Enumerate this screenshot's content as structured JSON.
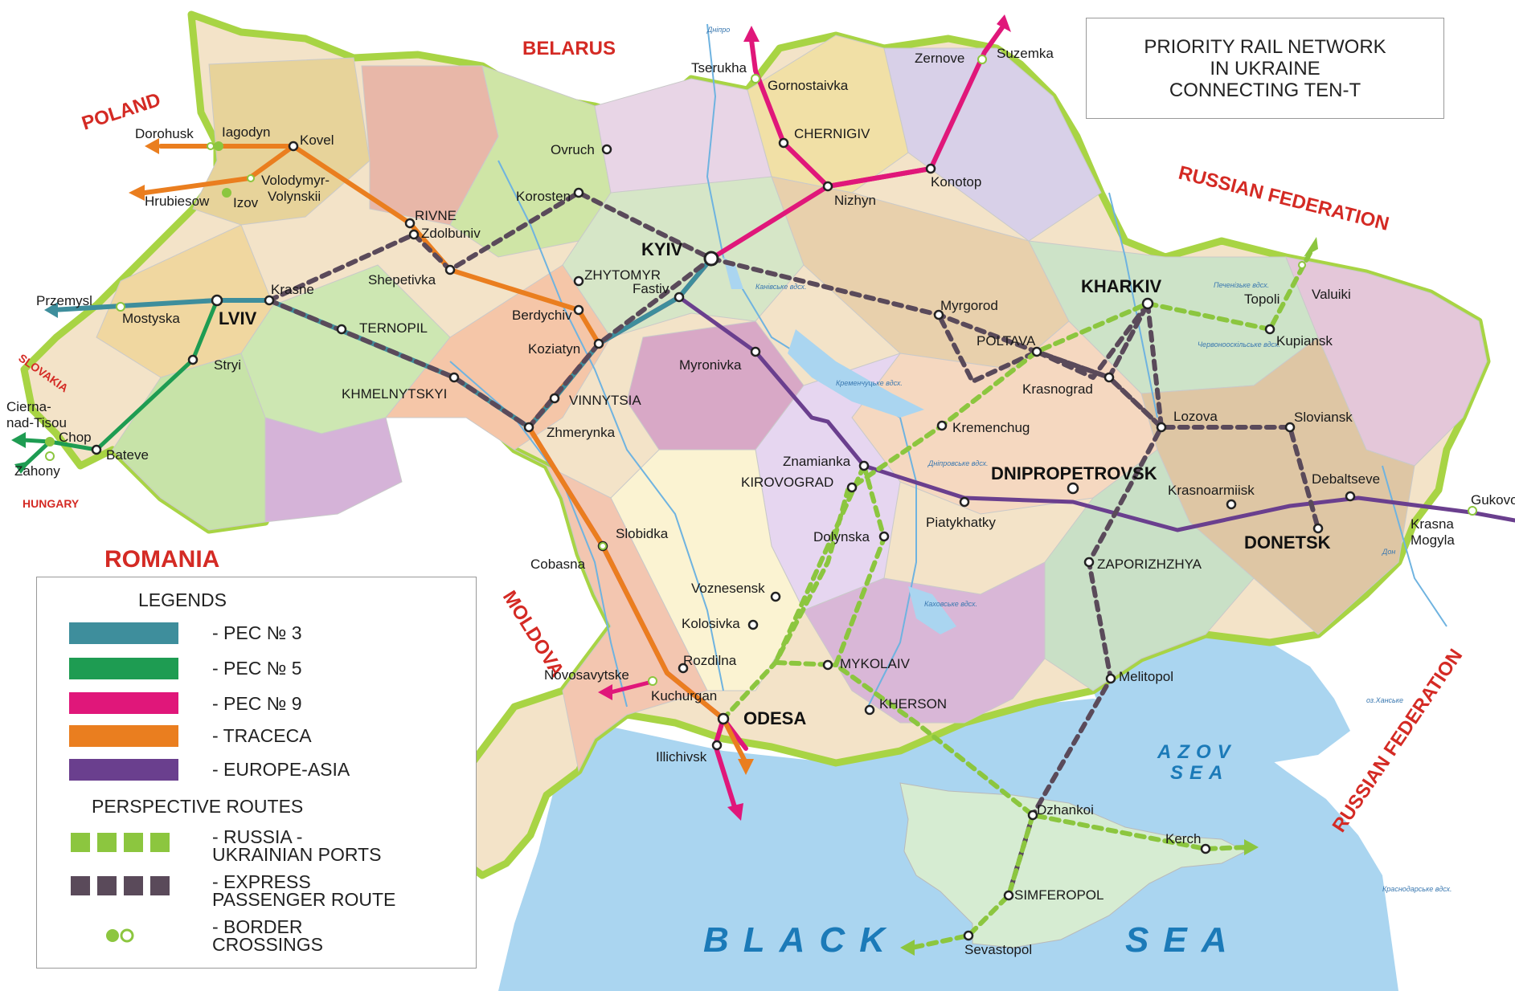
{
  "title": "PRIORITY RAIL NETWORK\nIN UKRAINE\nCONNECTING TEN-T",
  "colors": {
    "pec3": "#3e8e9c",
    "pec5": "#1e9c52",
    "pec9": "#e0177a",
    "traceca": "#ea7e1f",
    "europe_asia": "#6a3f8e",
    "russia_ports": "#8cc63f",
    "express": "#5a4a5a",
    "border": "#a8d444",
    "sea": "#aad5f0",
    "country_label": "#d42a24"
  },
  "legend": {
    "heading": "LEGENDS",
    "items": [
      {
        "label": "- PEC № 3",
        "color": "#3e8e9c"
      },
      {
        "label": "- PEC № 5",
        "color": "#1e9c52"
      },
      {
        "label": "- PEC № 9",
        "color": "#e0177a"
      },
      {
        "label": "- TRACECA",
        "color": "#ea7e1f"
      },
      {
        "label": "- EUROPE-ASIA",
        "color": "#6a3f8e"
      }
    ],
    "perspective_heading": "PERSPECTIVE ROUTES",
    "perspective": [
      {
        "label": "- RUSSIA -\n  UKRAINIAN PORTS",
        "color": "#8cc63f"
      },
      {
        "label": "- EXPRESS\n  PASSENGER ROUTE",
        "color": "#5a4a5a"
      }
    ],
    "border_label": "- BORDER\n  CROSSINGS"
  },
  "countries": {
    "belarus": "BELARUS",
    "poland": "POLAND",
    "russia_north": "RUSSIAN FEDERATION",
    "russia_east": "RUSSIAN FEDERATION",
    "slovakia": "SLOVAKIA",
    "hungary": "HUNGARY",
    "romania": "ROMANIA",
    "moldova": "MOLDOVA"
  },
  "seas": {
    "black": "BLACK",
    "sea": "SEA",
    "azov1": "AZOV",
    "azov2": "SEA"
  },
  "cities": {
    "kyiv": "KYIV",
    "lviv": "LVIV",
    "kharkiv": "KHARKIV",
    "dnipro": "DNIPROPETROVSK",
    "donetsk": "DONETSK",
    "odesa": "ODESA",
    "tserukha": "Tserukha",
    "gornostaivka": "Gornostaivka",
    "zernove": "Zernove",
    "suzemka": "Suzemka",
    "chernigiv": "CHERNIGIV",
    "konotop": "Konotop",
    "nizhyn": "Nizhyn",
    "ovruch": "Ovruch",
    "korosten": "Korosten",
    "dorohusk": "Dorohusk",
    "iagodyn": "Iagodyn",
    "kovel": "Kovel",
    "volodymyr": "Volodymyr-\nVolynskii",
    "hrubiesow": "Hrubiesow",
    "izov": "Izov",
    "rivne": "RIVNE",
    "zdolbuniv": "Zdolbuniv",
    "shepetivka": "Shepetivka",
    "krasne": "Krasne",
    "przemysl": "Przemysl",
    "mostyska": "Mostyska",
    "zhytomyr": "ZHYTOMYR",
    "fastiv": "Fastiv",
    "berdychiv": "Berdychiv",
    "ternopil": "TERNOPIL",
    "stryi": "Stryi",
    "khmelnytskyi": "KHMELNYTSKYI",
    "koziatyn": "Koziatyn",
    "vinnytsia": "VINNYTSIA",
    "zhmerynka": "Zhmerynka",
    "cierna": "Cierna-\nnad-Tisou",
    "chop": "Chop",
    "zahony": "Zahony",
    "bateve": "Bateve",
    "myrgorod": "Myrgorod",
    "poltava": "POLTAVA",
    "krasnograd": "Krasnograd",
    "lozova": "Lozova",
    "sloviansk": "Sloviansk",
    "topoli": "Topoli",
    "valuiki": "Valuiki",
    "kupiansk": "Kupiansk",
    "myronivka": "Myronivka",
    "kremenchug": "Kremenchug",
    "znamianka": "Znamianka",
    "kirovograd": "KIROVOGRAD",
    "dolynska": "Dolynska",
    "piatykhatky": "Piatykhatky",
    "krasnoarmiisk": "Krasnoarmiisk",
    "debaltseve": "Debaltseve",
    "gukovo": "Gukovo",
    "krasna_mogyla": "Krasna\nMogyla",
    "zaporizhzhya": "ZAPORIZHZHYA",
    "melitopol": "Melitopol",
    "slobidka": "Slobidka",
    "cobasna": "Cobasna",
    "voznesensk": "Voznesensk",
    "kolosivka": "Kolosivka",
    "mykolaiv": "MYKOLAIV",
    "kherson": "KHERSON",
    "rozdilna": "Rozdilna",
    "novosavytske": "Novosavytske",
    "kuchurgan": "Kuchurgan",
    "illichivsk": "Illichivsk",
    "dzhankoi": "Dzhankoi",
    "kerch": "Kerch",
    "simferopol": "SIMFEROPOL",
    "sevastopol": "Sevastopol"
  }
}
